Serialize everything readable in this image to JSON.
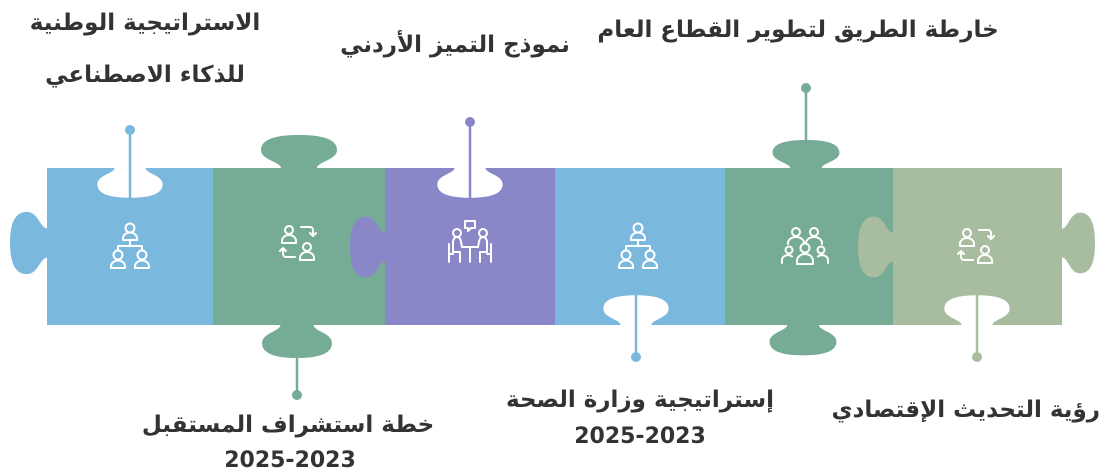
{
  "labels": {
    "national_ai_strategy": {
      "line1": "الاستراتيجية الوطنية",
      "line2": "للذكاء الاصطناعي"
    },
    "excellence_model": "نموذج التميز الأردني",
    "public_sector_roadmap": "خارطة الطريق لتطوير القطاع العام",
    "future_foresight_plan": {
      "title": "خطة استشراف المستقبل",
      "years": "2025-2023"
    },
    "health_ministry_strategy": {
      "title": "إستراتيجية وزارة الصحة",
      "years": "2025-2023"
    },
    "economic_modernization_vision": "رؤية التحديث الإقتصادي"
  },
  "pieces": [
    {
      "color": "#7bb8de",
      "icon": "hierarchy-group-icon"
    },
    {
      "color": "#76ab96",
      "icon": "people-exchange-icon"
    },
    {
      "color": "#8a87c8",
      "icon": "meeting-icon"
    },
    {
      "color": "#7bb8de",
      "icon": "hierarchy-group-icon"
    },
    {
      "color": "#76ab96",
      "icon": "team-icon"
    },
    {
      "color": "#a8bc9f",
      "icon": "people-exchange-icon"
    }
  ],
  "colors": {
    "text": "#333333",
    "icon": "#ffffff",
    "background": "#ffffff"
  }
}
